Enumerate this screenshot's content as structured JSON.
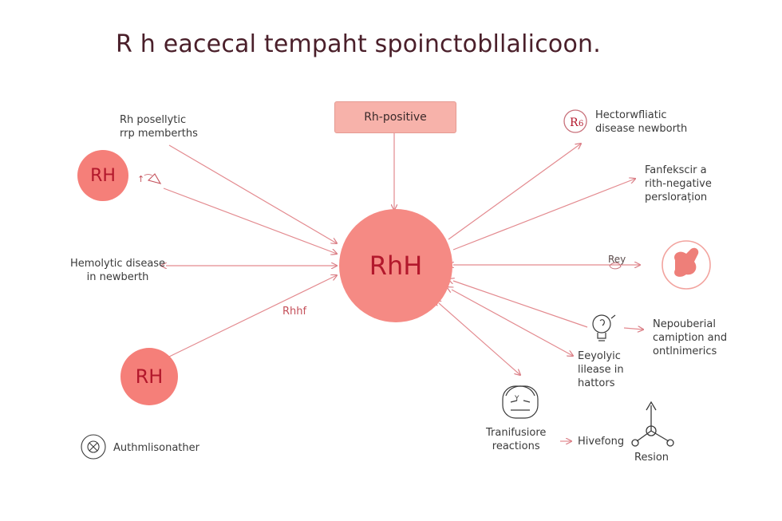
{
  "title": "R h eacecal tempaht spoinctobllalicoon.",
  "center": {
    "label": "RhH"
  },
  "top_box": {
    "label": "Rh-positive"
  },
  "left_circles": {
    "top": "RH",
    "bottom": "RH"
  },
  "labels": {
    "rh_posellytic": [
      "Rh posellytic",
      "rrp memberths"
    ],
    "hemolytic": [
      "Hemolytic disease",
      "in newberth"
    ],
    "rhhf": "Rhhf",
    "authml": "Authmlisonather",
    "hector": [
      "Hectorwfliatic",
      "disease newborth"
    ],
    "fanfeksir": [
      "Fanfekscir a",
      "rith-negative",
      "perslorațion"
    ],
    "rey": "Rey",
    "nepouberial": [
      "Nepouberial",
      "camiption and",
      "ontlnimerics"
    ],
    "eeyolyic": [
      "Eeyolyic",
      "lilease in",
      "hattors"
    ],
    "transfusion": [
      "Tranifusiore",
      "reactions"
    ],
    "hivefong": "Hivefong",
    "resion": "Resion",
    "small_mark": "↑⁀"
  },
  "icons": [
    "rh-letter-icon",
    "organ-icon",
    "lightbulb-icon",
    "person-face-icon",
    "molecule-icon",
    "virus-icon",
    "warning-icon"
  ],
  "colors": {
    "accent": "#f58a84",
    "circle_text": "#b3182c",
    "arrow": "#e38a8f",
    "title": "#4a1f2a"
  }
}
